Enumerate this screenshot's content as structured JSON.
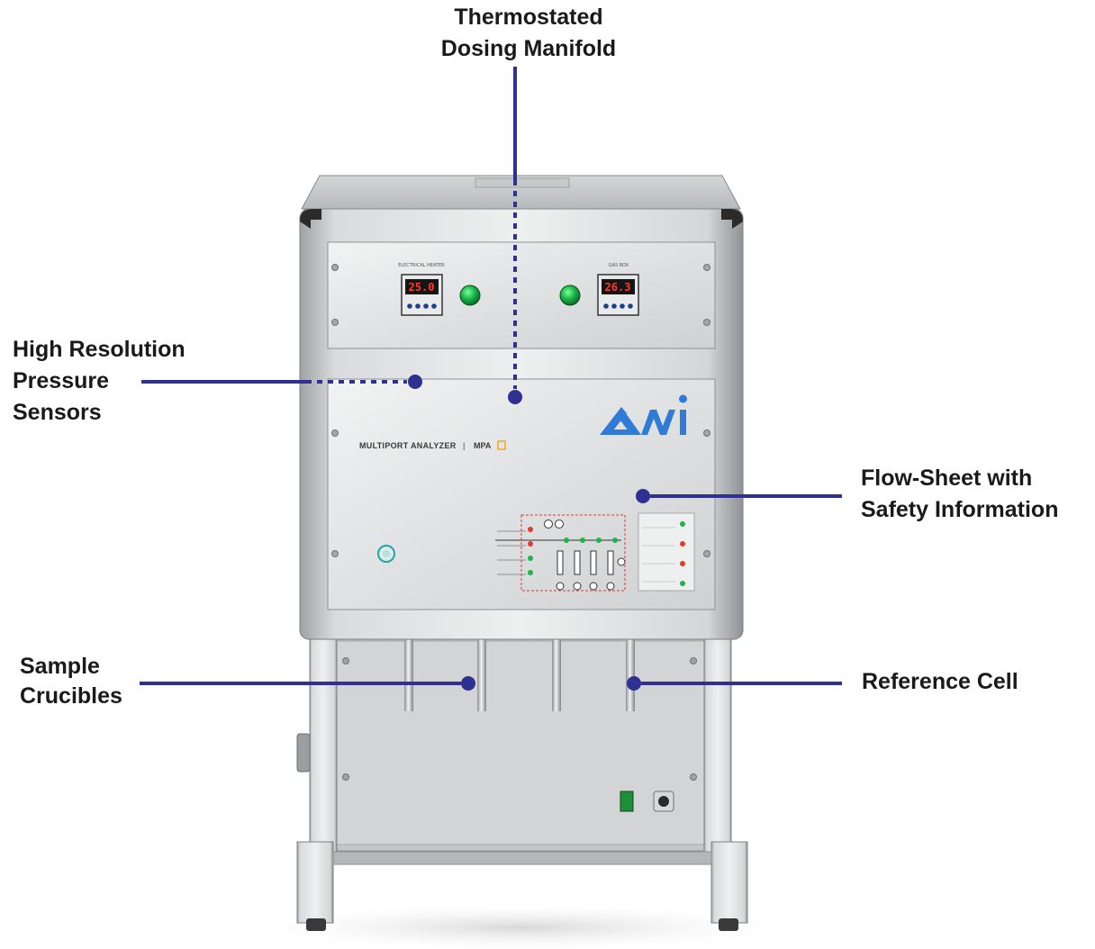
{
  "callouts": {
    "manifold": {
      "line1": "Thermostated",
      "line2": "Dosing Manifold"
    },
    "pressure": {
      "line1": "High Resolution",
      "line2": "Pressure",
      "line3": "Sensors"
    },
    "flowsheet": {
      "line1": "Flow-Sheet with",
      "line2": "Safety Information"
    },
    "crucibles": {
      "line1": "Sample",
      "line2": "Crucibles"
    },
    "reference": {
      "line1": "Reference Cell"
    }
  },
  "instrument": {
    "model_label": "MULTIPORT ANALYZER",
    "model_divider": "|",
    "model_code": "MPA",
    "logo_text": "AMI",
    "controller_left": {
      "title": "ELECTRICAL HEATER",
      "reading": "25.0"
    },
    "controller_right": {
      "title": "GAS BOX",
      "reading": "26.3"
    }
  },
  "colors": {
    "leader_line": "#2e3192",
    "logo_blue": "#2f7bd6",
    "led_green": "#1fb34a",
    "led_red": "#e23a2f",
    "accent_orange": "#f5a623",
    "steel": "#c9cbcd"
  }
}
